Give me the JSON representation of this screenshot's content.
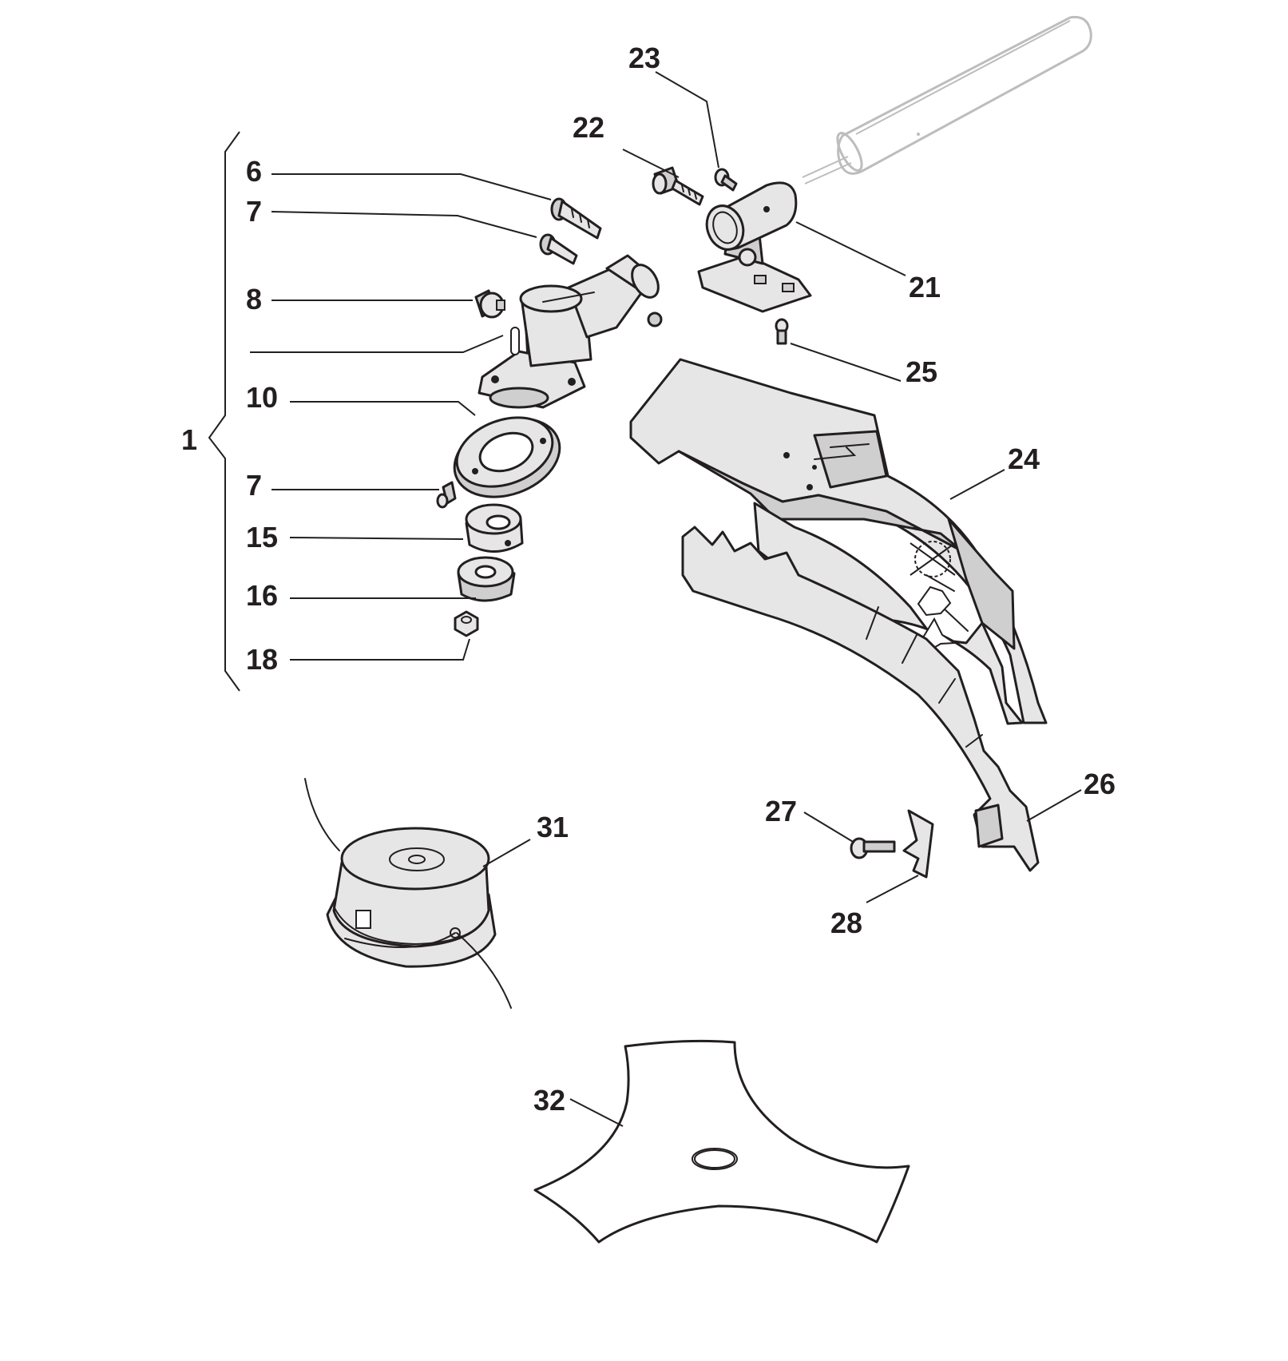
{
  "diagram": {
    "colors": {
      "line": "#231f20",
      "part_fill": "#e6e6e6",
      "shade": "#cfcfcf",
      "shaft": "#bdbdbd"
    },
    "labels": {
      "l1": "1",
      "l6": "6",
      "l7a": "7",
      "l8": "8",
      "l10": "10",
      "l7b": "7",
      "l15": "15",
      "l16": "16",
      "l18": "18",
      "l21": "21",
      "l22": "22",
      "l23": "23",
      "l24": "24",
      "l25": "25",
      "l26": "26",
      "l27": "27",
      "l28": "28",
      "l31": "31",
      "l32": "32"
    }
  }
}
